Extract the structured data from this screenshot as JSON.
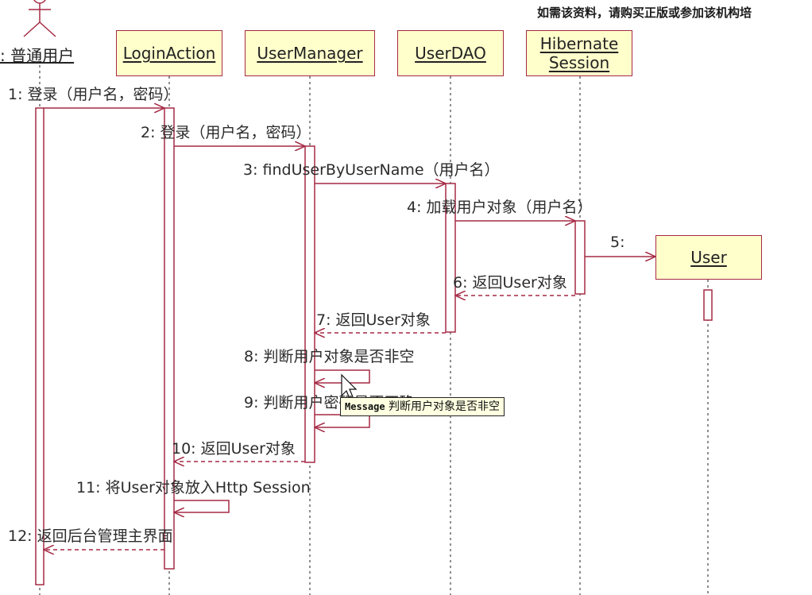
{
  "banner": "如需该资料，请购买正版或参加该机构培",
  "actor": {
    "label": ": 普通用户"
  },
  "objects": {
    "login_action": "LoginAction",
    "user_manager": "UserManager",
    "user_dao": "UserDAO",
    "hibernate_session": "Hibernate\nSession",
    "user": "User"
  },
  "messages": {
    "m1": "1: 登录（用户名，密码）",
    "m2": "2: 登录（用户名，密码）",
    "m3": "3: findUserByUserName（用户名）",
    "m4": "4: 加载用户对象（用户名）",
    "m5": "5:",
    "m6": "6: 返回User对象",
    "m7": "7: 返回User对象",
    "m8": "8: 判断用户对象是否非空",
    "m9": "9: 判断用户密码是否正确",
    "m10": "10: 返回User对象",
    "m11": "11: 将User对象放入Http Session",
    "m12": "12: 返回后台管理主界面"
  },
  "tooltip": {
    "keyword": "Message",
    "text": "判断用户对象是否非空"
  },
  "colors": {
    "line": "#a52a45",
    "object_fill": "#ffffcc",
    "tooltip_fill": "#ffffe1"
  }
}
